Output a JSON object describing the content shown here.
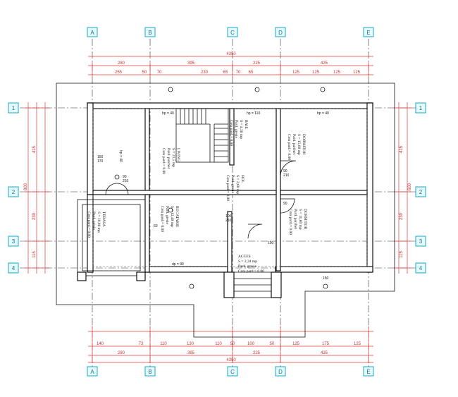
{
  "axes_vertical": [
    "A",
    "B",
    "C",
    "D",
    "E"
  ],
  "axes_horizontal": [
    "1",
    "2",
    "3",
    "4"
  ],
  "dims": {
    "total": "4350",
    "top_row": [
      "280",
      "395",
      "225",
      "425"
    ],
    "top_detail": [
      "255",
      "50",
      "70",
      "230",
      "65",
      "70",
      "65",
      "125",
      "125",
      "125",
      "125"
    ],
    "bottom_row": [
      "280",
      "395",
      "225",
      "425"
    ],
    "bottom_detail": [
      "140",
      "73",
      "110",
      "130",
      "110",
      "50",
      "100",
      "50",
      "125",
      "175",
      "125"
    ],
    "left_outer": "800",
    "left_row": [
      "415",
      "230",
      "115"
    ],
    "right_outer": "600",
    "right_row": [
      "415",
      "230",
      "115"
    ]
  },
  "rooms": [
    {
      "name": "LIVING",
      "area": "S = 21,5 mp",
      "floor": "Pard. parchet",
      "level": "Cota pard.= 0.00"
    },
    {
      "name": "BAIE",
      "area": "S = 4,50 mp",
      "floor": "Pard. gresie",
      "level": "Cota pard.= 0.00"
    },
    {
      "name": "DORMITOR",
      "area": "S = 15,60 mp",
      "floor": "Pard. parchet",
      "level": "Cota pard.= 0.00"
    },
    {
      "name": "HOL",
      "area": "S = 2,60 mp",
      "floor": "Pard. gresie",
      "level": "Cota pard.= 0.00"
    },
    {
      "name": "BUCATARIE",
      "area": "S = 12,40 mp",
      "floor": "Pard. gresie",
      "level": "Cota pard.= 0.00"
    },
    {
      "name": "DORMITOR",
      "area": "S = 11,80 mp",
      "floor": "Pard. parchet",
      "level": "Cota pard.= 0.00"
    },
    {
      "name": "TERASA",
      "area": "S = 10,08 mp",
      "floor": "Pard. gresie",
      "level": "Cota pard.= 0.00"
    },
    {
      "name": "ACCES",
      "area": "S = 2,34 mp",
      "floor": "Pard. gresie",
      "level": "Cota pard.= 0.00"
    }
  ],
  "labels": {
    "hp40": "hp = 40",
    "hp110": "hp = 110",
    "hp40b": "hp = 40",
    "hp40c": "hp = 40",
    "dp90": "dp = 90",
    "w150": "150",
    "w170": "170",
    "w90a": "90",
    "w210": "210",
    "w100": "100",
    "w60": "60",
    "w90b": "90",
    "w210b": "210",
    "w90c": "90",
    "w210c": "210",
    "w100b": "100",
    "w150b": "150"
  }
}
